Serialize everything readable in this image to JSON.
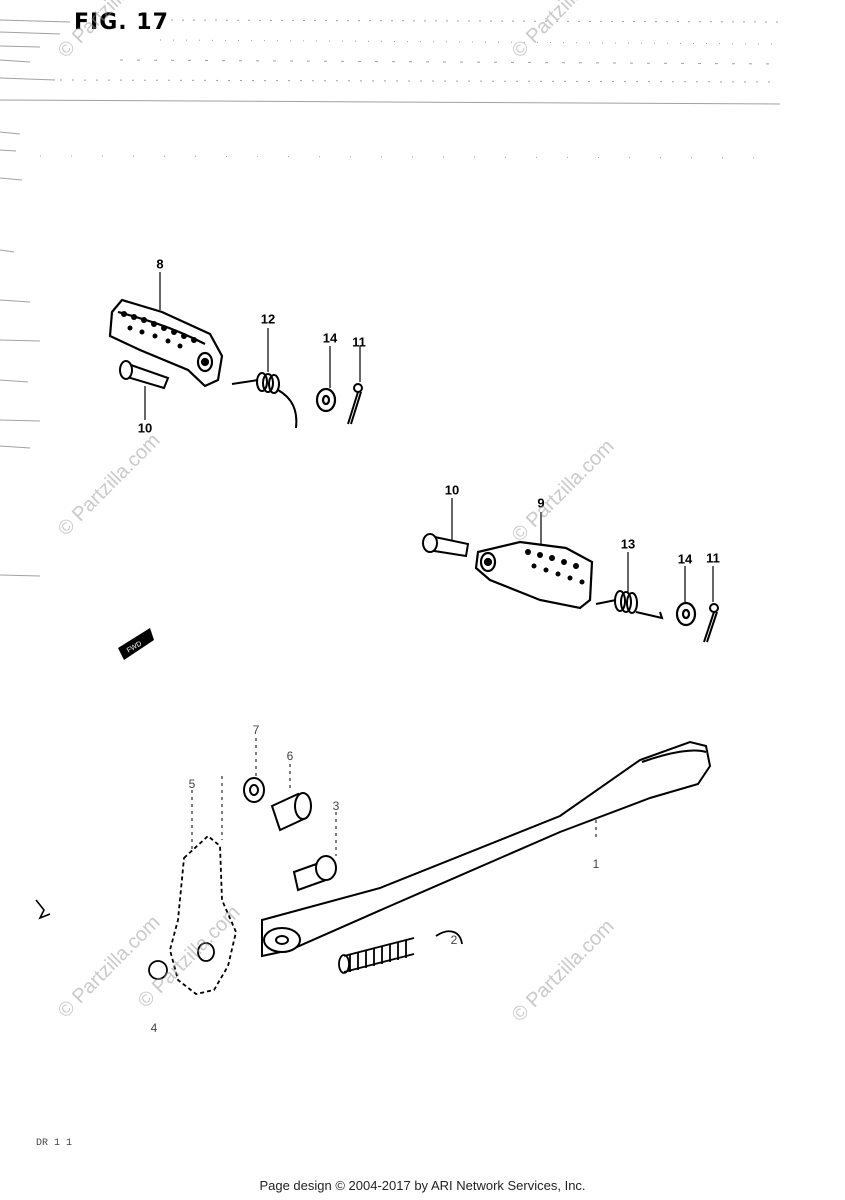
{
  "figure": {
    "title": "FIG. 17"
  },
  "callouts": {
    "c8": "8",
    "c12": "12",
    "c14a": "14",
    "c11a": "11",
    "c10a": "10",
    "c10b": "10",
    "c9": "9",
    "c13": "13",
    "c14b": "14",
    "c11b": "11",
    "c7": "7",
    "c6": "6",
    "c5": "5",
    "c3": "3",
    "c1": "1",
    "c2": "2",
    "c4": "4"
  },
  "fwd_label": "FWD",
  "watermarks": {
    "w1": "© Partzilla.com",
    "w2": "© Partzilla.com",
    "w3": "© Partzilla.com",
    "w4": "© Partzilla.com",
    "w5": "© Partzilla.com",
    "w6": "© Partzilla.com",
    "w7": "© Partzilla.com"
  },
  "page_code": "DR 1 1",
  "footer": "Page design © 2004-2017 by ARI Network Services, Inc."
}
